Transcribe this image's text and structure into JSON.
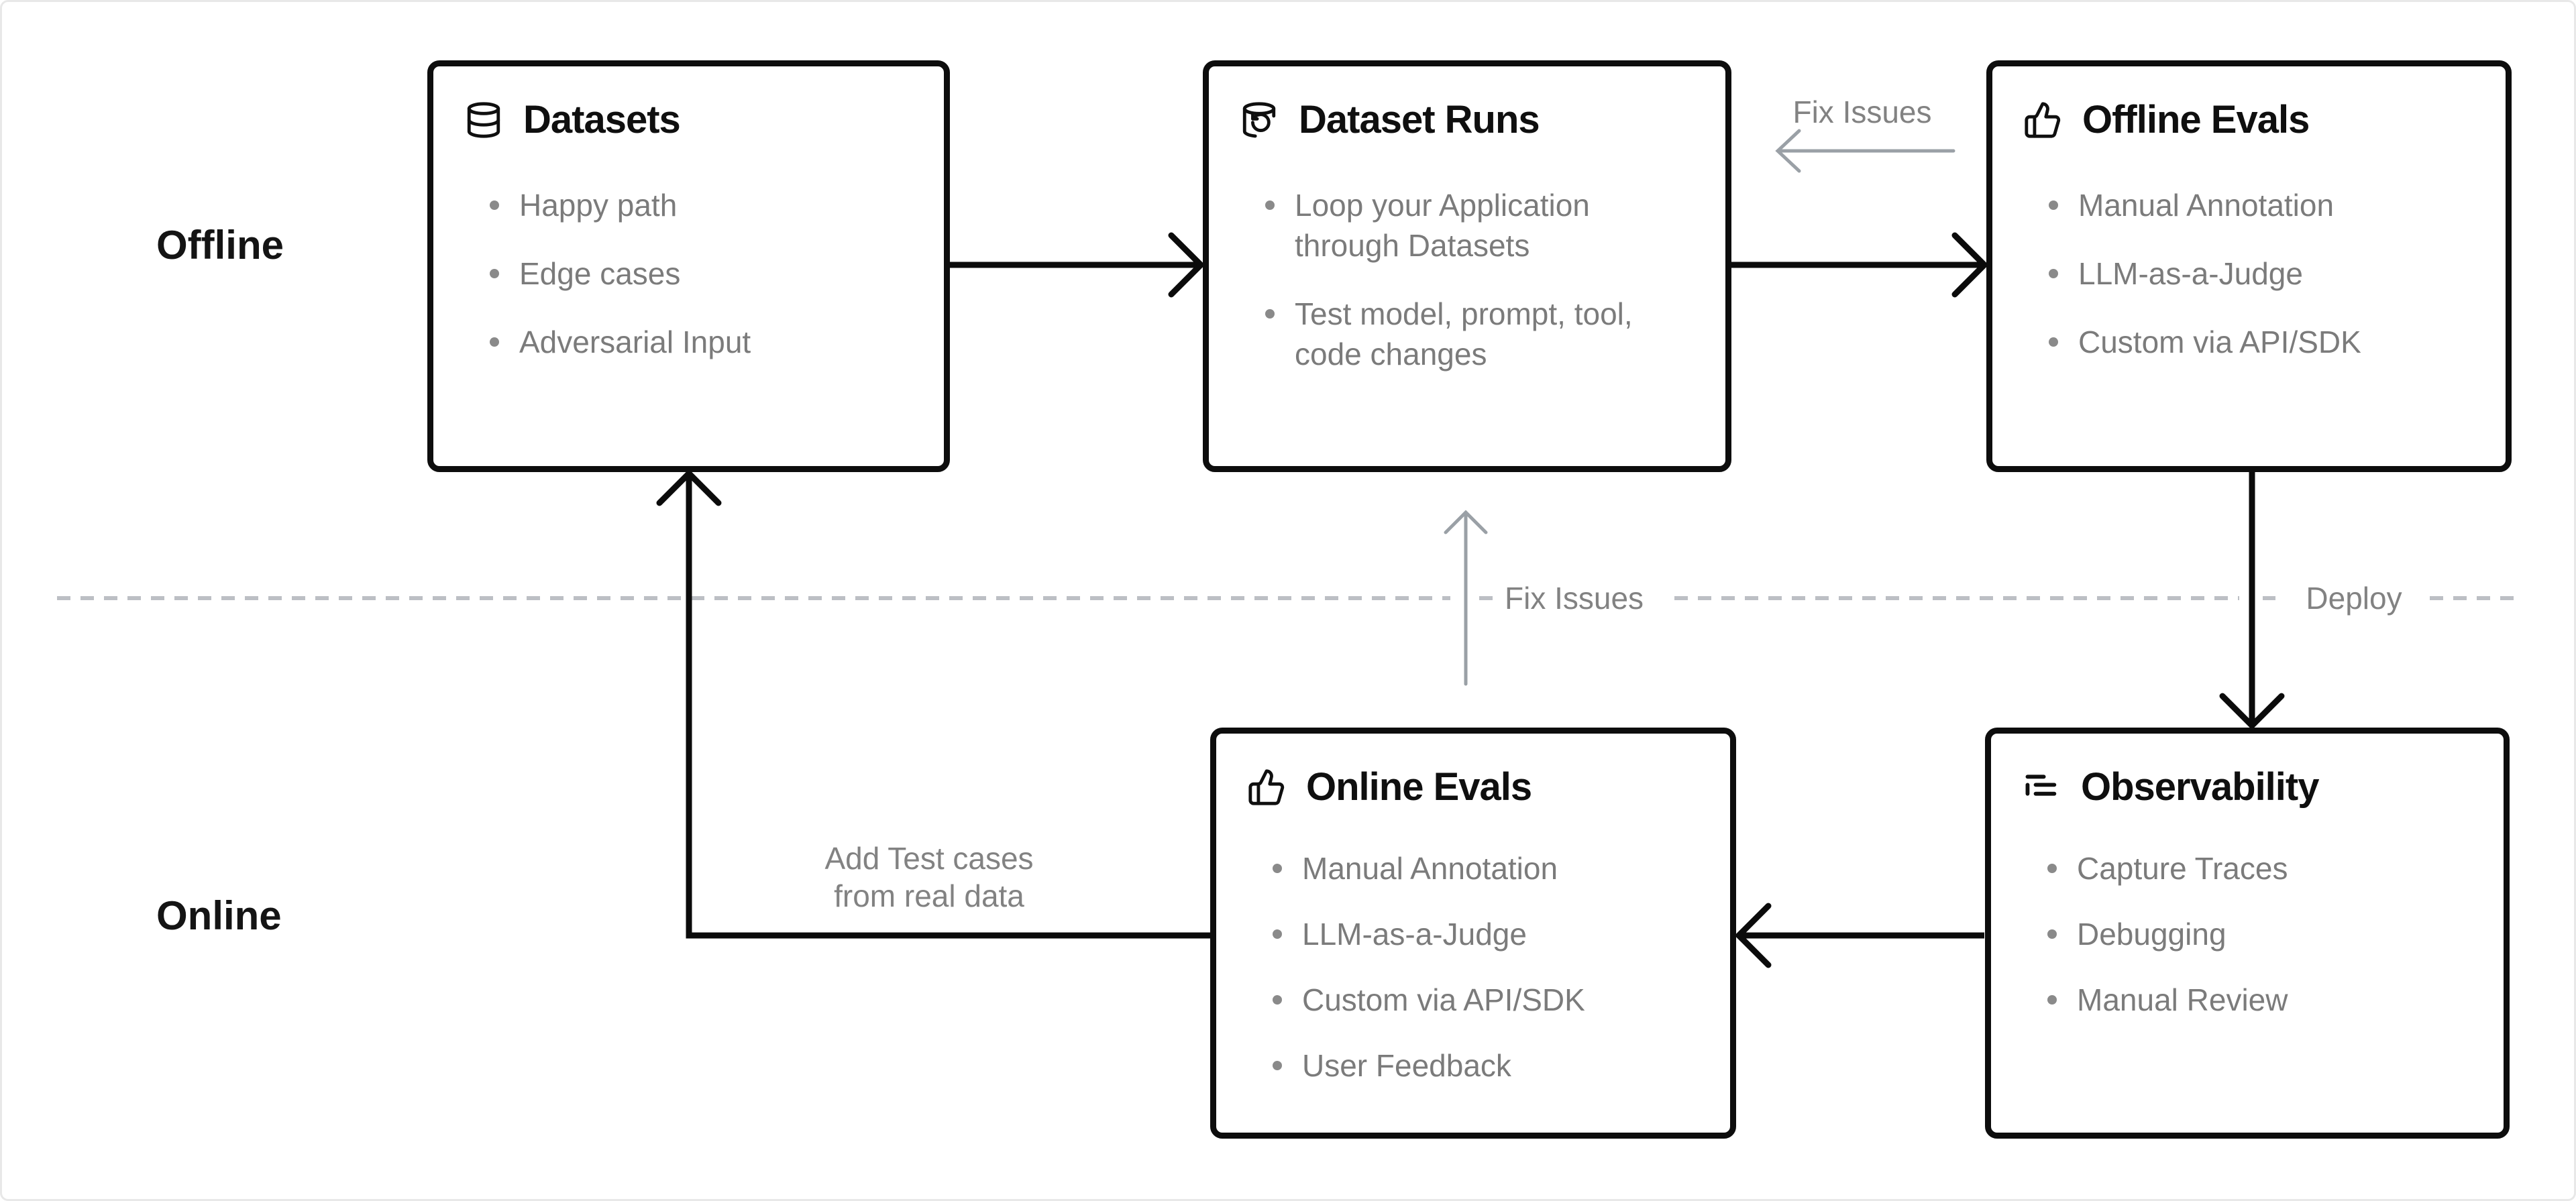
{
  "sections": {
    "offline_label": "Offline",
    "online_label": "Online"
  },
  "boxes": [
    {
      "id": "datasets",
      "icon": "database-icon",
      "title": "Datasets",
      "bullets": [
        "Happy path",
        "Edge cases",
        "Adversarial Input"
      ]
    },
    {
      "id": "dataset-runs",
      "icon": "database-backup-icon",
      "title": "Dataset Runs",
      "bullets": [
        "Loop your Application\nthrough Datasets",
        "Test model, prompt, tool,\ncode changes"
      ]
    },
    {
      "id": "offline-evals",
      "icon": "thumbs-up-icon",
      "title": "Offline Evals",
      "bullets": [
        "Manual Annotation",
        "LLM-as-a-Judge",
        "Custom via API/SDK"
      ]
    },
    {
      "id": "online-evals",
      "icon": "thumbs-up-icon",
      "title": "Online Evals",
      "bullets": [
        "Manual Annotation",
        "LLM-as-a-Judge",
        "Custom via API/SDK",
        "User Feedback"
      ]
    },
    {
      "id": "observability",
      "icon": "list-tree-icon",
      "title": "Observability",
      "bullets": [
        "Capture Traces",
        "Debugging",
        "Manual Review"
      ]
    }
  ],
  "edge_labels": {
    "fix_issues_top": "Fix Issues",
    "fix_issues_mid": "Fix Issues",
    "deploy": "Deploy",
    "add_test_cases": "Add Test cases\nfrom real data"
  },
  "colors": {
    "box_border": "#0d0d0d",
    "flow_arrow": "#0b0b0b",
    "muted_arrow": "#9aa0a6",
    "dashed_divider": "#bcbfc4",
    "label_gray": "#828282",
    "bullet_gray": "#7b7b7b"
  }
}
